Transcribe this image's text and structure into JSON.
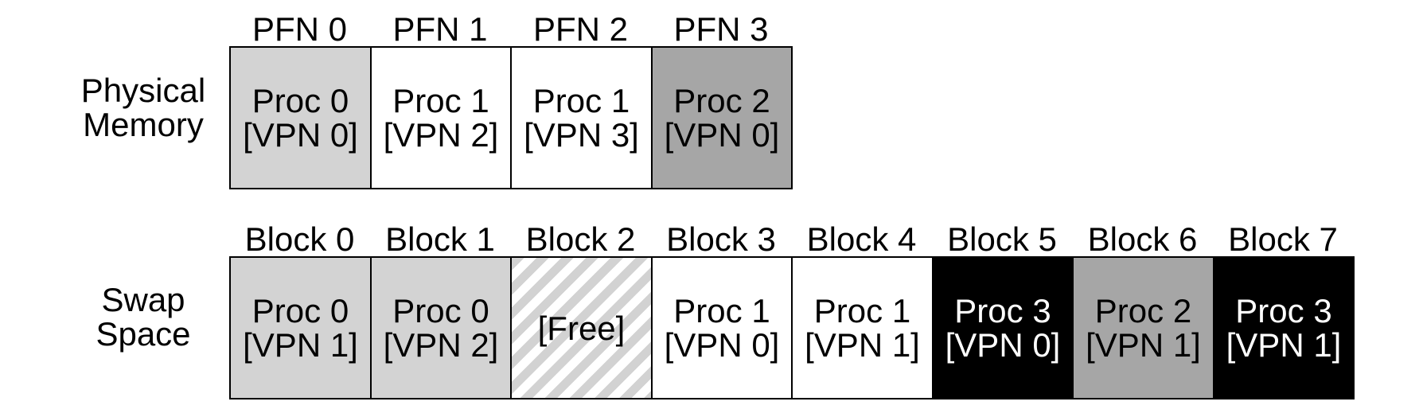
{
  "physical_memory": {
    "label_lines": [
      "Physical",
      "Memory"
    ],
    "frames": [
      {
        "header": "PFN 0",
        "lines": [
          "Proc 0",
          "[VPN 0]"
        ],
        "fill": "#d3d3d3",
        "text_color": "#000000"
      },
      {
        "header": "PFN 1",
        "lines": [
          "Proc 1",
          "[VPN 2]"
        ],
        "fill": "#ffffff",
        "text_color": "#000000"
      },
      {
        "header": "PFN 2",
        "lines": [
          "Proc 1",
          "[VPN 3]"
        ],
        "fill": "#ffffff",
        "text_color": "#000000"
      },
      {
        "header": "PFN 3",
        "lines": [
          "Proc 2",
          "[VPN 0]"
        ],
        "fill": "#a6a6a6",
        "text_color": "#000000"
      }
    ]
  },
  "swap_space": {
    "label_lines": [
      "Swap",
      "Space"
    ],
    "blocks": [
      {
        "header": "Block 0",
        "lines": [
          "Proc 0",
          "[VPN 1]"
        ],
        "fill": "#d3d3d3",
        "text_color": "#000000"
      },
      {
        "header": "Block 1",
        "lines": [
          "Proc 0",
          "[VPN 2]"
        ],
        "fill": "#d3d3d3",
        "text_color": "#000000"
      },
      {
        "header": "Block 2",
        "lines": [
          "[Free]"
        ],
        "fill": "hatched",
        "text_color": "#000000"
      },
      {
        "header": "Block 3",
        "lines": [
          "Proc 1",
          "[VPN 0]"
        ],
        "fill": "#ffffff",
        "text_color": "#000000"
      },
      {
        "header": "Block 4",
        "lines": [
          "Proc 1",
          "[VPN 1]"
        ],
        "fill": "#ffffff",
        "text_color": "#000000"
      },
      {
        "header": "Block 5",
        "lines": [
          "Proc 3",
          "[VPN 0]"
        ],
        "fill": "#000000",
        "text_color": "#ffffff"
      },
      {
        "header": "Block 6",
        "lines": [
          "Proc 2",
          "[VPN 1]"
        ],
        "fill": "#a6a6a6",
        "text_color": "#000000"
      },
      {
        "header": "Block 7",
        "lines": [
          "Proc 3",
          "[VPN 1]"
        ],
        "fill": "#000000",
        "text_color": "#ffffff"
      }
    ]
  }
}
